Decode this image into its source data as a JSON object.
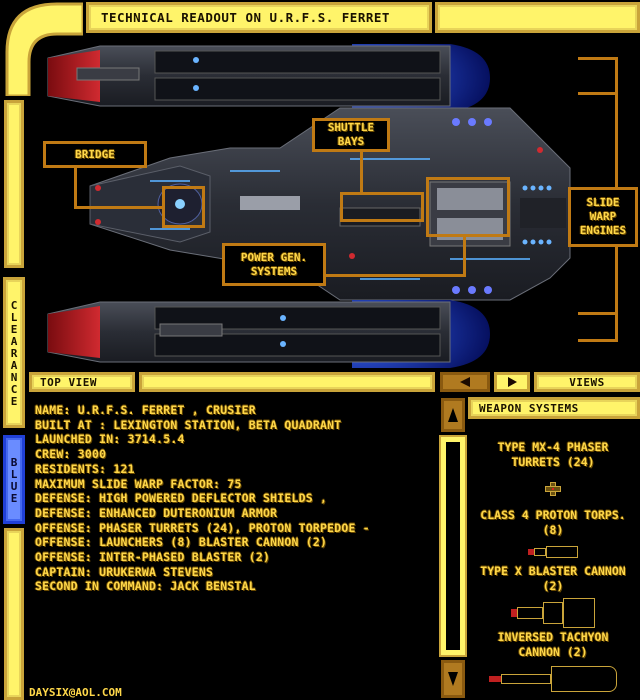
{
  "header": {
    "title": "Technical Readout on U.R.F.S. Ferret"
  },
  "sidebar": {
    "clearance_label": "Clearance",
    "clearance_level": "Blue",
    "clearance_color": "#3a5ff0"
  },
  "diagram": {
    "callouts": {
      "bridge": "Bridge",
      "shuttle_bays": "Shuttle Bays",
      "power_gen": "Power Gen. Systems",
      "slide_warp_engines": "Slide Warp Engines"
    }
  },
  "view_bar": {
    "current_view": "Top View",
    "prev_icon": "left-arrow",
    "next_icon": "right-arrow",
    "views_label": "Views"
  },
  "specs": [
    "Name: U.R.F.S.  Ferret , Crusier",
    "Built at : Lexington Station, Beta Quadrant",
    "Launched in: 3714.5.4",
    "Crew: 3000",
    "Residents: 121",
    "Maximum Slide Warp Factor: 75",
    "Defense: High Powered Deflector Shields ,",
    "Defense: Enhanced Duteronium Armor",
    "Offense: Phaser Turrets (24), Proton Torpedoe -",
    "Offense: Launchers (8) Blaster Cannon (2)",
    "Offense: Inter-Phased Blaster (2)",
    "Captain: Urukerwa Stevens",
    "Second in Command: Jack Benstal"
  ],
  "footer": {
    "email": "DAYSIX@AOL.COM"
  },
  "weapons": {
    "title": "Weapon Systems",
    "items": [
      {
        "name": "Type MX-4 Phaser Turrets (24)",
        "icon": "phaser-turret"
      },
      {
        "name": "Class 4 Proton Torps. (8)",
        "icon": "torpedo-launcher"
      },
      {
        "name": "Type X Blaster Cannon (2)",
        "icon": "blaster-cannon"
      },
      {
        "name": "Inversed Tachyon Cannon (2)",
        "icon": "tachyon-cannon"
      }
    ]
  },
  "colors": {
    "frame_yellow": "#fff46a",
    "frame_border": "#c9a43a",
    "text_yellow": "#ffd84a",
    "callout_orange": "#c07a14",
    "clearance_blue": "#3a5ff0"
  }
}
